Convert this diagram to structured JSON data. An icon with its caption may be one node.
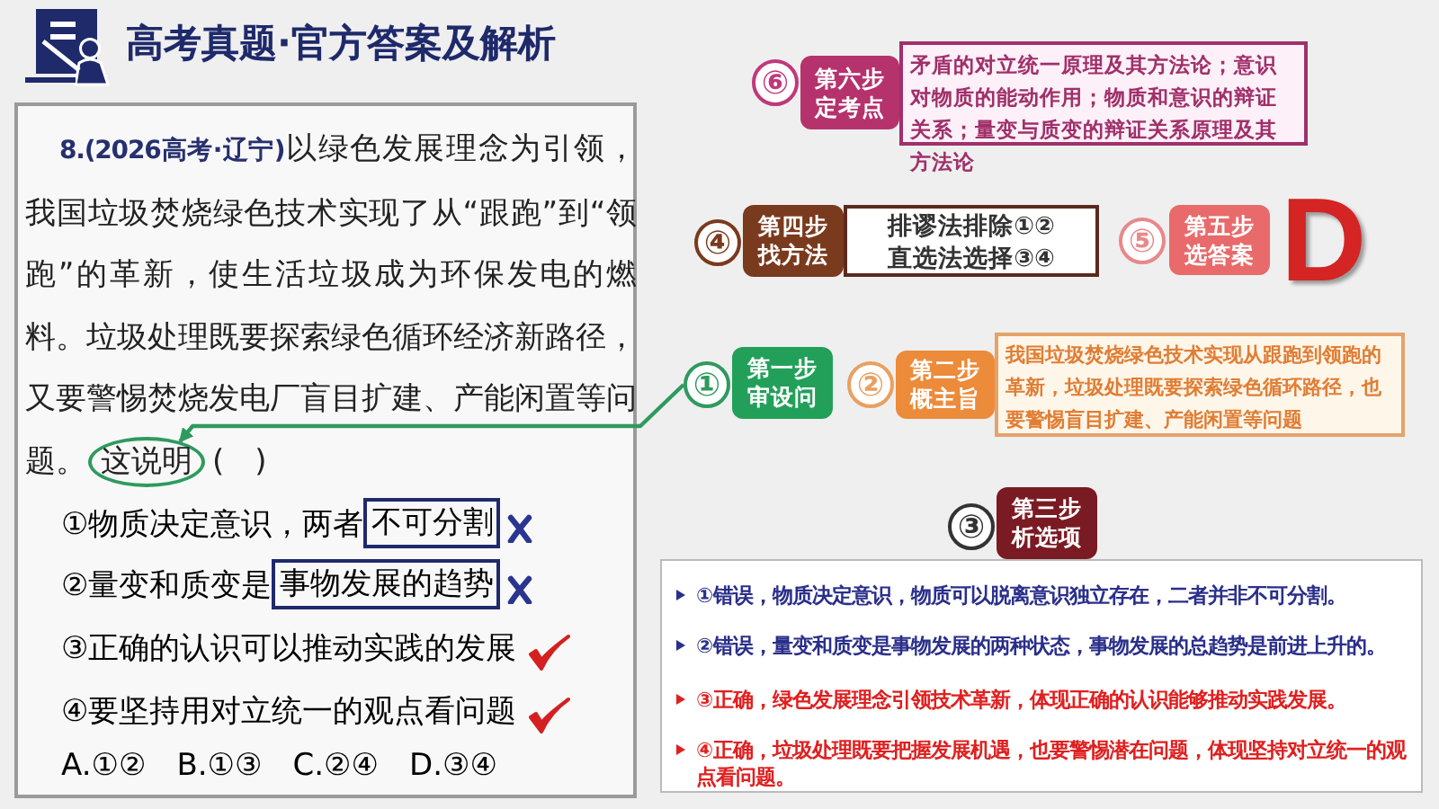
{
  "diagram": {
    "title": "高考真题·官方答案及解析",
    "nodes": [
      {
        "text": [
          "**8.(2026高考·辽宁)**以绿色发展理念为引领，我国垃圾焚烧绿色技术实现了从“跟跑”到“领跑”的革新，使生活垃圾成为环保发电的燃料。垃圾处理既要探索绿色循环经济新路径，又要警惕焚烧发电厂盲目扩建、产能闲置等问题。",
          "①物质决定意识，两者",
          "②量变和质变是",
          "③正确的认识可以推动实践的发展",
          "④要坚持用对立统一的观点看问题",
          "A.①②　B.①③　C.②④　D.③④"
        ]
      },
      {
        "text": [
          "这说明"
        ],
        "in": 0,
        "beside": [
          "(　)"
        ]
      },
      {
        "text": [
          "不可分割"
        ],
        "in": 0
      },
      {
        "text": [
          "事物发展的趋势"
        ],
        "in": 0
      },
      {
        "text": [
          "⑥"
        ]
      },
      {
        "text": [
          "第六步",
          "定考点"
        ]
      },
      {
        "text": [
          "矛盾的对立统一原理及其方法论；意识对物质的能动作用；物质和意识的辩证关系；量变与质变的辩证关系原理及其方法论"
        ]
      },
      {
        "text": [
          "④"
        ]
      },
      {
        "text": [
          "第四步",
          "找方法"
        ]
      },
      {
        "text": [
          "排谬法排除①②",
          "直选法选择③④"
        ]
      },
      {
        "text": [
          "⑤"
        ]
      },
      {
        "text": [
          "第五步",
          "选答案"
        ]
      },
      {
        "text": [
          "①"
        ]
      },
      {
        "text": [
          "第一步",
          "审设问"
        ]
      },
      {
        "text": [
          "②"
        ]
      },
      {
        "text": [
          "第二步",
          "概主旨"
        ]
      },
      {
        "text": [
          "我国垃圾焚烧绿色技术实现从跟跑到领跑的革新，垃圾处理既要探索绿色循环路径，也要警惕盲目扩建、产能闲置等问题"
        ]
      },
      {
        "text": [
          "③"
        ]
      },
      {
        "text": [
          "第三步",
          "析选项"
        ]
      },
      {
        "text": [
          "①错误，物质决定意识，物质可以脱离意识独立存在，二者并非不可分割。",
          "②错误，量变和质变是事物发展的两种状态，事物发展的总趋势是前进上升的。",
          "③正确，绿色发展理念引领技术革新，体现正确的认识能够推动实践发展。",
          "④正确，垃圾处理既要把握发展机遇，也要警惕潜在问题，体现坚持对立统一的观点看问题。"
        ]
      }
    ],
    "edges": [
      {
        "from": 12,
        "to": 1,
        "arrow": "to",
        "color": "#2e9a5e"
      }
    ],
    "labels": [
      "D"
    ]
  }
}
